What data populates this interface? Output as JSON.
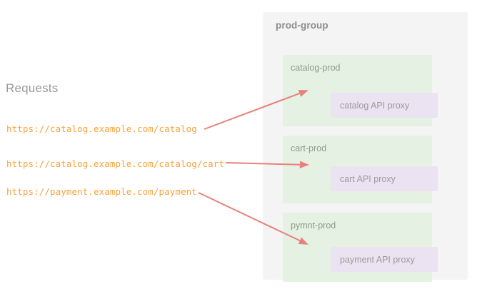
{
  "left_panel": {
    "heading": "Requests",
    "requests": [
      {
        "url": "https://catalog.example.com/catalog"
      },
      {
        "url": "https://catalog.example.com/catalog/cart"
      },
      {
        "url": "https://payment.example.com/payment"
      }
    ]
  },
  "right_panel": {
    "title": "prod-group",
    "environments": [
      {
        "name": "catalog-prod",
        "proxy": "catalog API proxy"
      },
      {
        "name": "cart-prod",
        "proxy": "cart API proxy"
      },
      {
        "name": "pymnt-prod",
        "proxy": "payment API proxy"
      }
    ]
  },
  "connections": [
    {
      "from": "https://catalog.example.com/catalog",
      "to": "catalog API proxy"
    },
    {
      "from": "https://catalog.example.com/catalog/cart",
      "to": "cart API proxy"
    },
    {
      "from": "https://payment.example.com/payment",
      "to": "payment API proxy"
    }
  ],
  "colors": {
    "background": "#ffffff",
    "group_panel": "#f4f4f4",
    "env_box": "#e4f1e3",
    "proxy_box": "#ece3f2",
    "url_text": "#f5a33c",
    "heading_text": "#9a9a9a",
    "group_title_text": "#8c8c8c",
    "env_title_text": "#8e9c8e",
    "proxy_text": "#9b9b9b",
    "arrow": "#e8817c"
  }
}
